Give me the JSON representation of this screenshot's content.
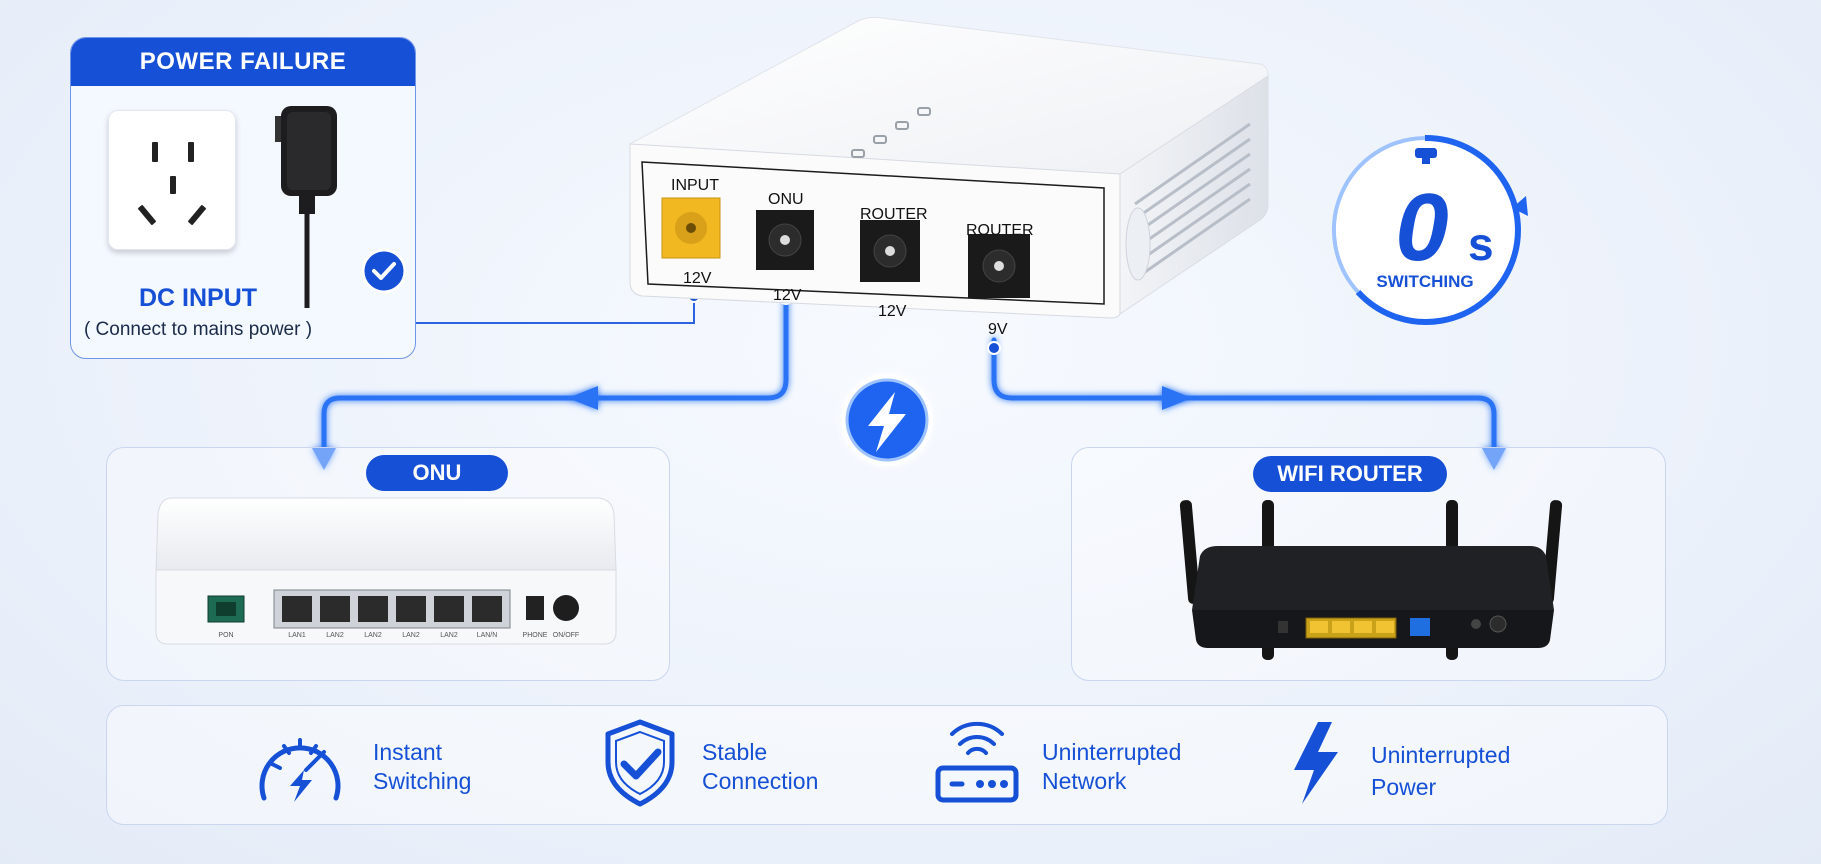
{
  "power_failure": {
    "title": "POWER FAILURE",
    "dc_input_title": "DC INPUT",
    "dc_input_subtitle": "( Connect to mains power )"
  },
  "ups": {
    "ports": [
      {
        "name": "INPUT",
        "voltage": "12V"
      },
      {
        "name": "ONU",
        "voltage": "12V"
      },
      {
        "name": "ROUTER",
        "voltage": "12V"
      },
      {
        "name": "ROUTER",
        "voltage": "9V"
      }
    ]
  },
  "switching_badge": {
    "value": "0",
    "unit": "s",
    "label": "SWITCHING"
  },
  "onu": {
    "label": "ONU",
    "ports": [
      "PON",
      "LAN1",
      "LAN2",
      "LAN2",
      "LAN2",
      "LAN2",
      "LAN/N",
      "PHONE",
      "ON/OFF"
    ]
  },
  "wifi_router": {
    "label": "WIFI ROUTER"
  },
  "features": [
    {
      "line1": "Instant",
      "line2": "Switching",
      "icon": "speedometer-bolt-icon"
    },
    {
      "line1": "Stable",
      "line2": "Connection",
      "icon": "shield-check-icon"
    },
    {
      "line1": "Uninterrupted",
      "line2": "Network",
      "icon": "router-wifi-icon"
    },
    {
      "line1": "Uninterrupted",
      "line2": "Power",
      "icon": "lightning-bolt-icon"
    }
  ],
  "colors": {
    "brand_blue": "#1550d6",
    "port_yellow": "#f1b821",
    "port_black": "#1a1a1a"
  }
}
